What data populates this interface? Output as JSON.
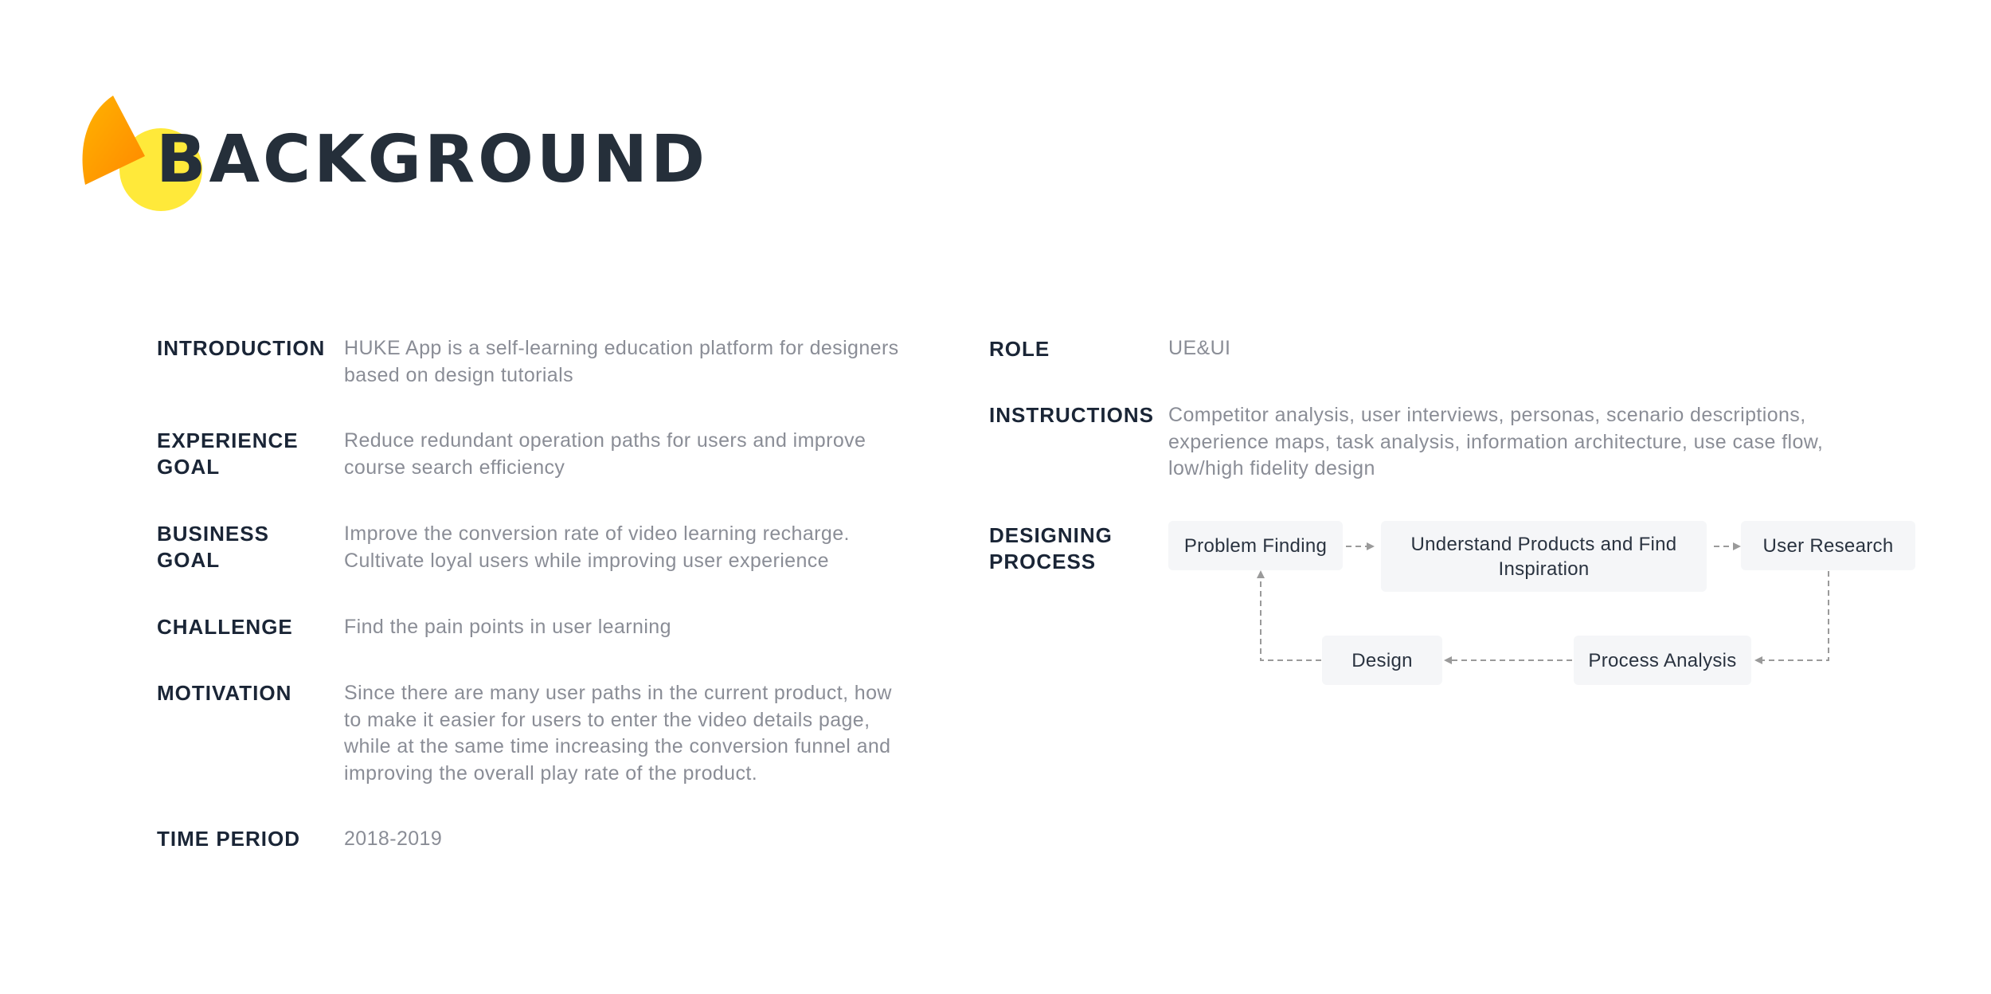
{
  "header": {
    "title": "BACKGROUND"
  },
  "left": [
    {
      "label": "INTRODUCTION",
      "text": "HUKE App is a self-learning education platform for designers based on design tutorials"
    },
    {
      "label": "EXPERIENCE GOAL",
      "text": "Reduce redundant operation paths for users and improve course search efficiency"
    },
    {
      "label": "BUSINESS GOAL",
      "text": "Improve the conversion rate of video learning recharge. Cultivate loyal users while improving user experience"
    },
    {
      "label": "CHALLENGE",
      "text": "Find the pain points in user learning"
    },
    {
      "label": "MOTIVATION",
      "text": "Since there are many user paths in the current product, how to make it easier for users to enter the video details page, while at the same time increasing the conversion funnel and improving the overall play rate of the product."
    },
    {
      "label": "TIME PERIOD",
      "text": "2018-2019"
    }
  ],
  "right": {
    "role": {
      "label": "ROLE",
      "text": "UE&UI"
    },
    "instructions": {
      "label": "INSTRUCTIONS",
      "text": "Competitor analysis, user interviews, personas, scenario descriptions, experience maps, task analysis, information architecture, use case flow, low/high fidelity design"
    },
    "process": {
      "label": "DESIGNING PROCESS",
      "steps": [
        "Problem Finding",
        "Understand Products and Find Inspiration",
        "User Research",
        "Process Analysis",
        "Design"
      ]
    }
  },
  "colors": {
    "accent_orange": "#ff9a00",
    "accent_yellow": "#ffe93a",
    "title": "#252f3a",
    "label": "#1a2536",
    "body_text": "#8a8d96",
    "node_bg": "#f5f6f8",
    "connector": "#9a9a9a"
  }
}
